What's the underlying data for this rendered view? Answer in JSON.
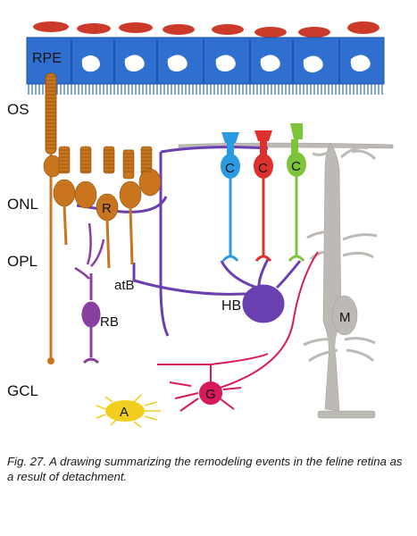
{
  "layer_labels": {
    "rpe": "RPE",
    "os": "OS",
    "onl": "ONL",
    "opl": "OPL",
    "gcl": "GCL"
  },
  "cell_labels": {
    "cone_blue": "C",
    "cone_red": "C",
    "cone_green": "C",
    "rod": "R",
    "rod_bipolar": "RB",
    "atypical_bipolar": "atB",
    "horizontal": "HB",
    "muller": "M",
    "ganglion": "G",
    "amacrine": "A"
  },
  "caption": "Fig. 27. A drawing summarizing the remodeling events in the feline retina as a result of detachment.",
  "colors": {
    "rpe_cell": "#2f6fd0",
    "rpe_nucleus_cap": "#cc3a2a",
    "rod": "#c8751e",
    "cone_blue": "#2a9be0",
    "cone_red": "#e0302e",
    "cone_green": "#7cc43a",
    "horizontal": "#6a3fb0",
    "bipolar": "#8a3fa0",
    "muller": "#bdbab6",
    "ganglion": "#d8195a",
    "amacrine": "#f2cf1e"
  }
}
